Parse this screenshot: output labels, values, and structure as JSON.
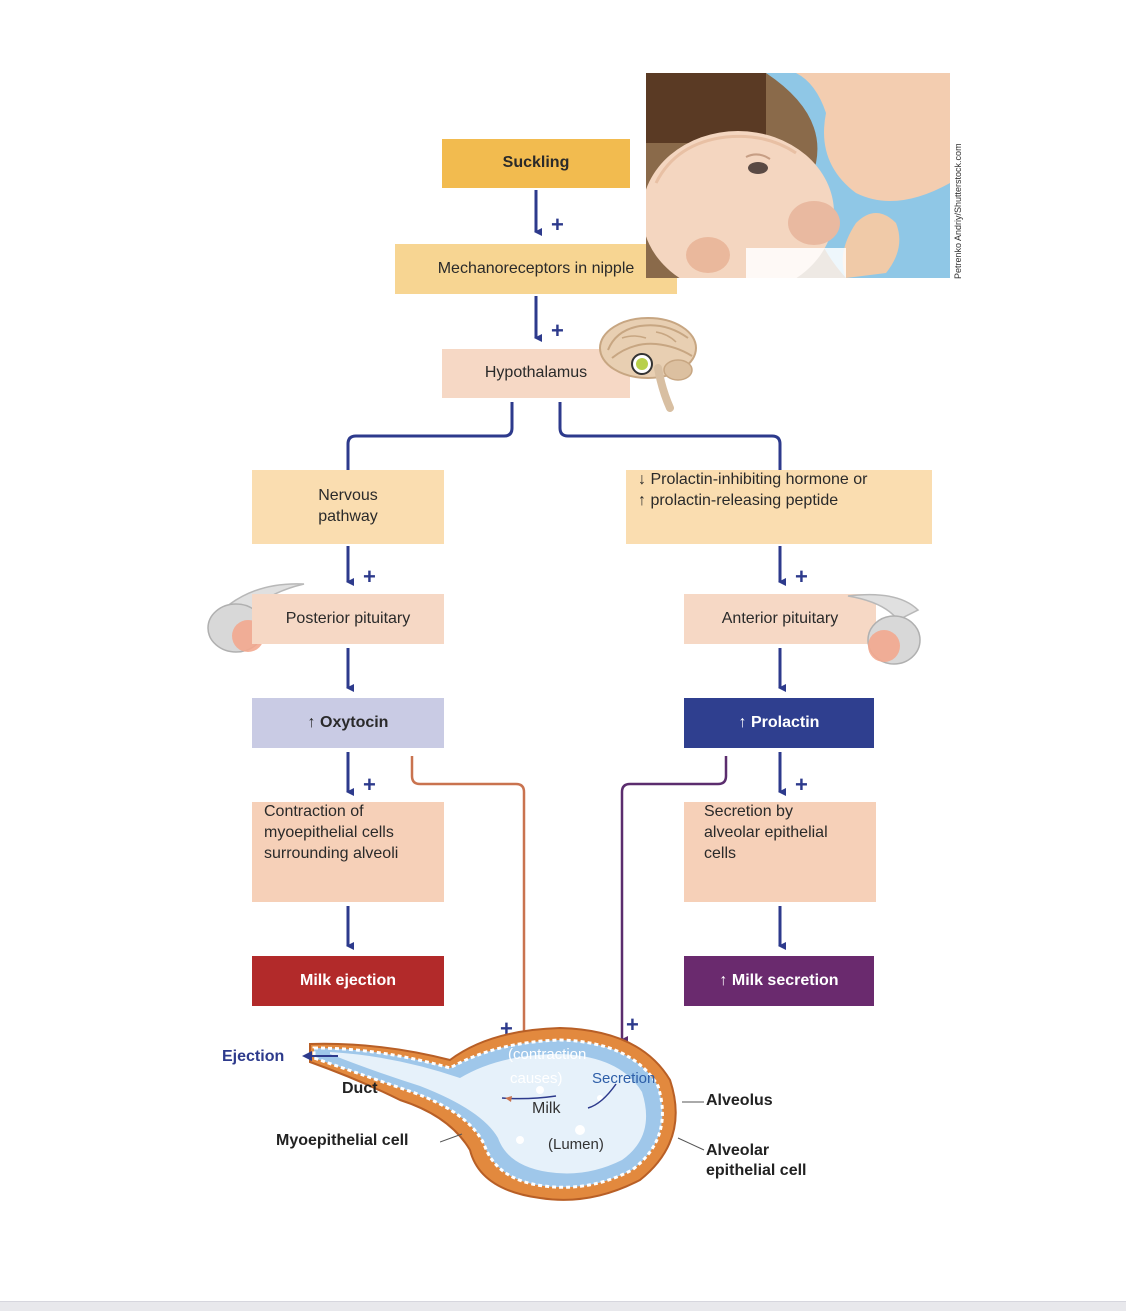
{
  "boxes": {
    "suckling": "Suckling",
    "mechanoreceptors": "Mechanoreceptors in nipple",
    "hypothalamus": "Hypothalamus",
    "nervous_pathway_line1": "Nervous",
    "nervous_pathway_line2": "pathway",
    "prolactin_hormone_line1": "↓ Prolactin-inhibiting hormone or",
    "prolactin_hormone_line2": "↑ prolactin-releasing peptide",
    "posterior_pituitary": "Posterior pituitary",
    "anterior_pituitary": "Anterior pituitary",
    "oxytocin": "↑ Oxytocin",
    "prolactin": "↑ Prolactin",
    "contraction_line1": "Contraction of",
    "contraction_line2": "myoepithelial cells",
    "contraction_line3": "surrounding alveoli",
    "secretion_line1": "Secretion by",
    "secretion_line2": "alveolar epithelial",
    "secretion_line3": "cells",
    "milk_ejection": "Milk ejection",
    "milk_secretion": "↑ Milk secretion"
  },
  "plus_sign": "+",
  "alveolus_labels": {
    "ejection": "Ejection",
    "duct": "Duct",
    "myoepithelial_cell": "Myoepithelial cell",
    "contraction_line1": "(contraction",
    "contraction_line2": "causes)",
    "secretion": "Secretion",
    "milk": "Milk",
    "lumen": "(Lumen)",
    "alveolus": "Alveolus",
    "alveolar_line1": "Alveolar",
    "alveolar_line2": "epithelial cell"
  },
  "photo_credit": "Petrenko Andriy/Shutterstock.com",
  "colors": {
    "arrow": "#2d3a8c",
    "oxytocin_line": "#c9734f",
    "prolactin_line": "#5b2d6e",
    "suckling": "#f2bb4f",
    "mechanoreceptors": "#f7d592",
    "peach": "#f6d8c5",
    "pale_yellow": "#faddb0",
    "oxytocin": "#c9cbe4",
    "prolactin": "#2f3f8f",
    "milk_ejection": "#b22a2a",
    "milk_secretion": "#6a2a6e"
  }
}
